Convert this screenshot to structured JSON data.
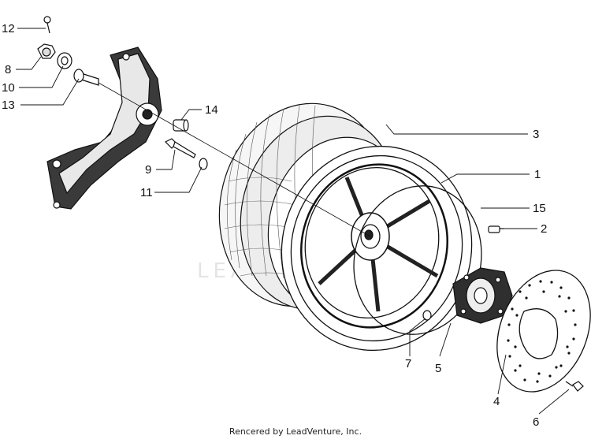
{
  "diagram": {
    "watermark": "LEADVENTURE",
    "callouts": {
      "c1": "1",
      "c2": "2",
      "c3": "3",
      "c4": "4",
      "c5": "5",
      "c6": "6",
      "c7": "7",
      "c8": "8",
      "c9": "9",
      "c10": "10",
      "c11": "11",
      "c12": "12",
      "c13": "13",
      "c14": "14",
      "c15": "15"
    }
  },
  "footer": {
    "credit": "Rencered by LeadVenture, Inc."
  },
  "colors": {
    "line": "#111111",
    "tire_fill": "#f4f4f4",
    "dark_part": "#2a2a2a"
  }
}
